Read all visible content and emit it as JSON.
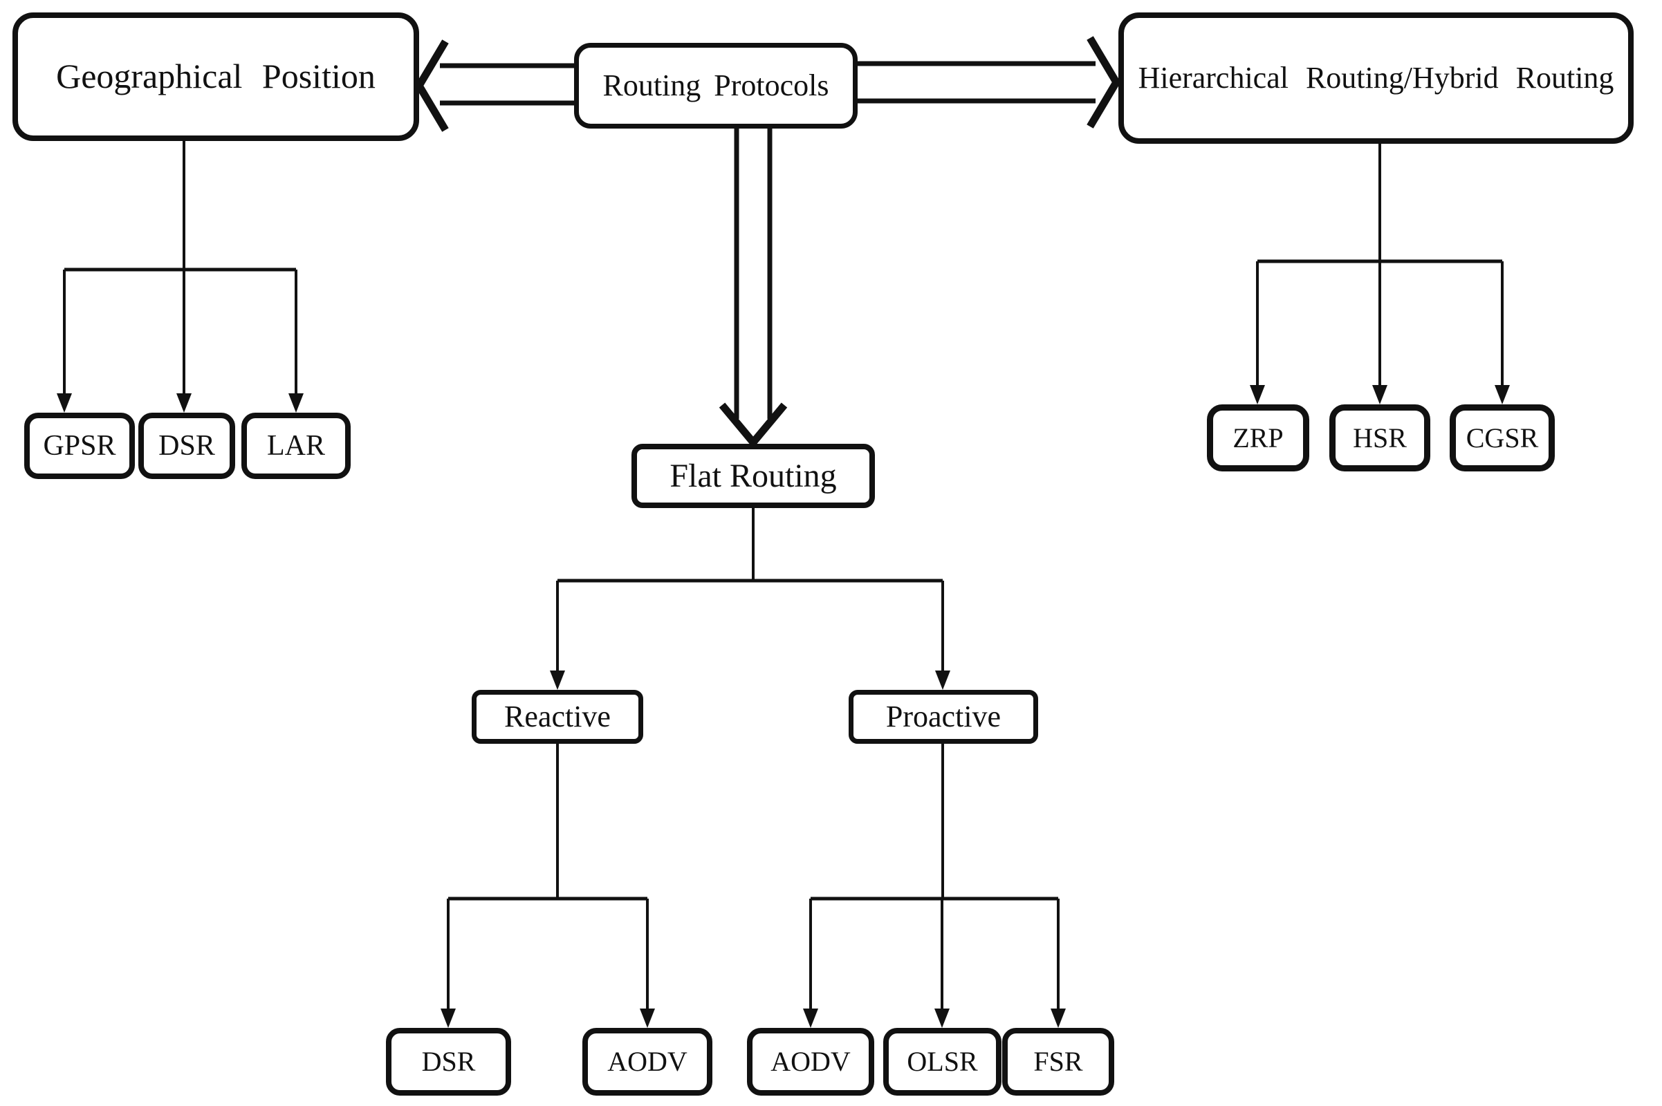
{
  "diagram_title": "Routing Protocols classification tree",
  "colors": {
    "line": "#111111",
    "box_border": "#111111",
    "box_background": "#ffffff",
    "page_background": "#ffffff"
  },
  "nodes": {
    "routing_protocols": "Routing Protocols",
    "geographical_position": "Geographical Position",
    "hierarchical_hybrid": "Hierarchical Routing/Hybrid Routing",
    "flat_routing": "Flat Routing",
    "gpsr": "GPSR",
    "dsr_geographical": "DSR",
    "lar": "LAR",
    "zrp": "ZRP",
    "hsr": "HSR",
    "cgsr": "CGSR",
    "reactive": "Reactive",
    "proactive": "Proactive",
    "dsr_reactive": "DSR",
    "aodv_reactive": "AODV",
    "aodv_proactive": "AODV",
    "olsr": "OLSR",
    "fsr": "FSR"
  },
  "edges": [
    {
      "from": "Routing Protocols",
      "to": "Geographical Position",
      "style": "hollow-block-arrow"
    },
    {
      "from": "Routing Protocols",
      "to": "Hierarchical Routing/Hybrid Routing",
      "style": "hollow-block-arrow"
    },
    {
      "from": "Routing Protocols",
      "to": "Flat Routing",
      "style": "hollow-block-arrow"
    },
    {
      "from": "Geographical Position",
      "to": "GPSR",
      "style": "solid-arrow"
    },
    {
      "from": "Geographical Position",
      "to": "DSR",
      "style": "solid-arrow"
    },
    {
      "from": "Geographical Position",
      "to": "LAR",
      "style": "solid-arrow"
    },
    {
      "from": "Hierarchical Routing/Hybrid Routing",
      "to": "ZRP",
      "style": "solid-arrow"
    },
    {
      "from": "Hierarchical Routing/Hybrid Routing",
      "to": "HSR",
      "style": "solid-arrow"
    },
    {
      "from": "Hierarchical Routing/Hybrid Routing",
      "to": "CGSR",
      "style": "solid-arrow"
    },
    {
      "from": "Flat Routing",
      "to": "Reactive",
      "style": "solid-arrow"
    },
    {
      "from": "Flat Routing",
      "to": "Proactive",
      "style": "solid-arrow"
    },
    {
      "from": "Reactive",
      "to": "DSR",
      "style": "solid-arrow"
    },
    {
      "from": "Reactive",
      "to": "AODV",
      "style": "solid-arrow"
    },
    {
      "from": "Proactive",
      "to": "AODV",
      "style": "solid-arrow"
    },
    {
      "from": "Proactive",
      "to": "OLSR",
      "style": "solid-arrow"
    },
    {
      "from": "Proactive",
      "to": "FSR",
      "style": "solid-arrow"
    }
  ]
}
